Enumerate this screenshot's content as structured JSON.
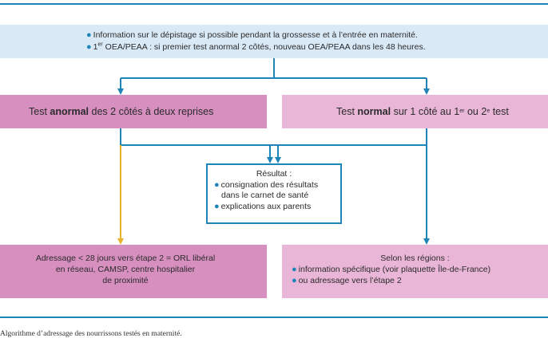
{
  "colors": {
    "blue": "#1f84b8",
    "yellow": "#e8b22a",
    "box_light_blue": "#d9e9f6",
    "box_dark_pink": "#d68fbf",
    "box_light_pink": "#e9b6d7"
  },
  "top_box": {
    "line1": "Information sur le dépistage si possible pendant la grossesse et à l’entrée en maternité.",
    "line2_prefix": "1",
    "line2_sup": "er",
    "line2_rest": " OEA/PEAA : si premier test anormal 2 côtés, nouveau OEA/PEAA dans les 48 heures."
  },
  "test_abnormal": {
    "prefix": "Test ",
    "bold": "anormal",
    "suffix": " des 2 côtés à deux reprises"
  },
  "test_normal": {
    "prefix": "Test ",
    "bold": "normal",
    "mid": " sur 1 côté au 1",
    "sup1": "er",
    "mid2": " ou 2",
    "sup2": "e",
    "suffix": " test"
  },
  "result_box": {
    "title": "Résultat :",
    "item1_line1": "consignation des résultats",
    "item1_line2": "dans le carnet de santé",
    "item2": "explications aux parents"
  },
  "outcome_left": {
    "line1": "Adressage < 28 jours vers étape 2 = ORL libéral",
    "line2": "en réseau, CAMSP, centre hospitalier",
    "line3": "de proximité"
  },
  "outcome_right": {
    "title": "Selon les régions :",
    "item1": "information spécifique (voir plaquette Île-de-France)",
    "item2": "ou adressage vers l’étape 2"
  },
  "caption": "Algorithme d’adressage des nourrissons testés en maternité."
}
